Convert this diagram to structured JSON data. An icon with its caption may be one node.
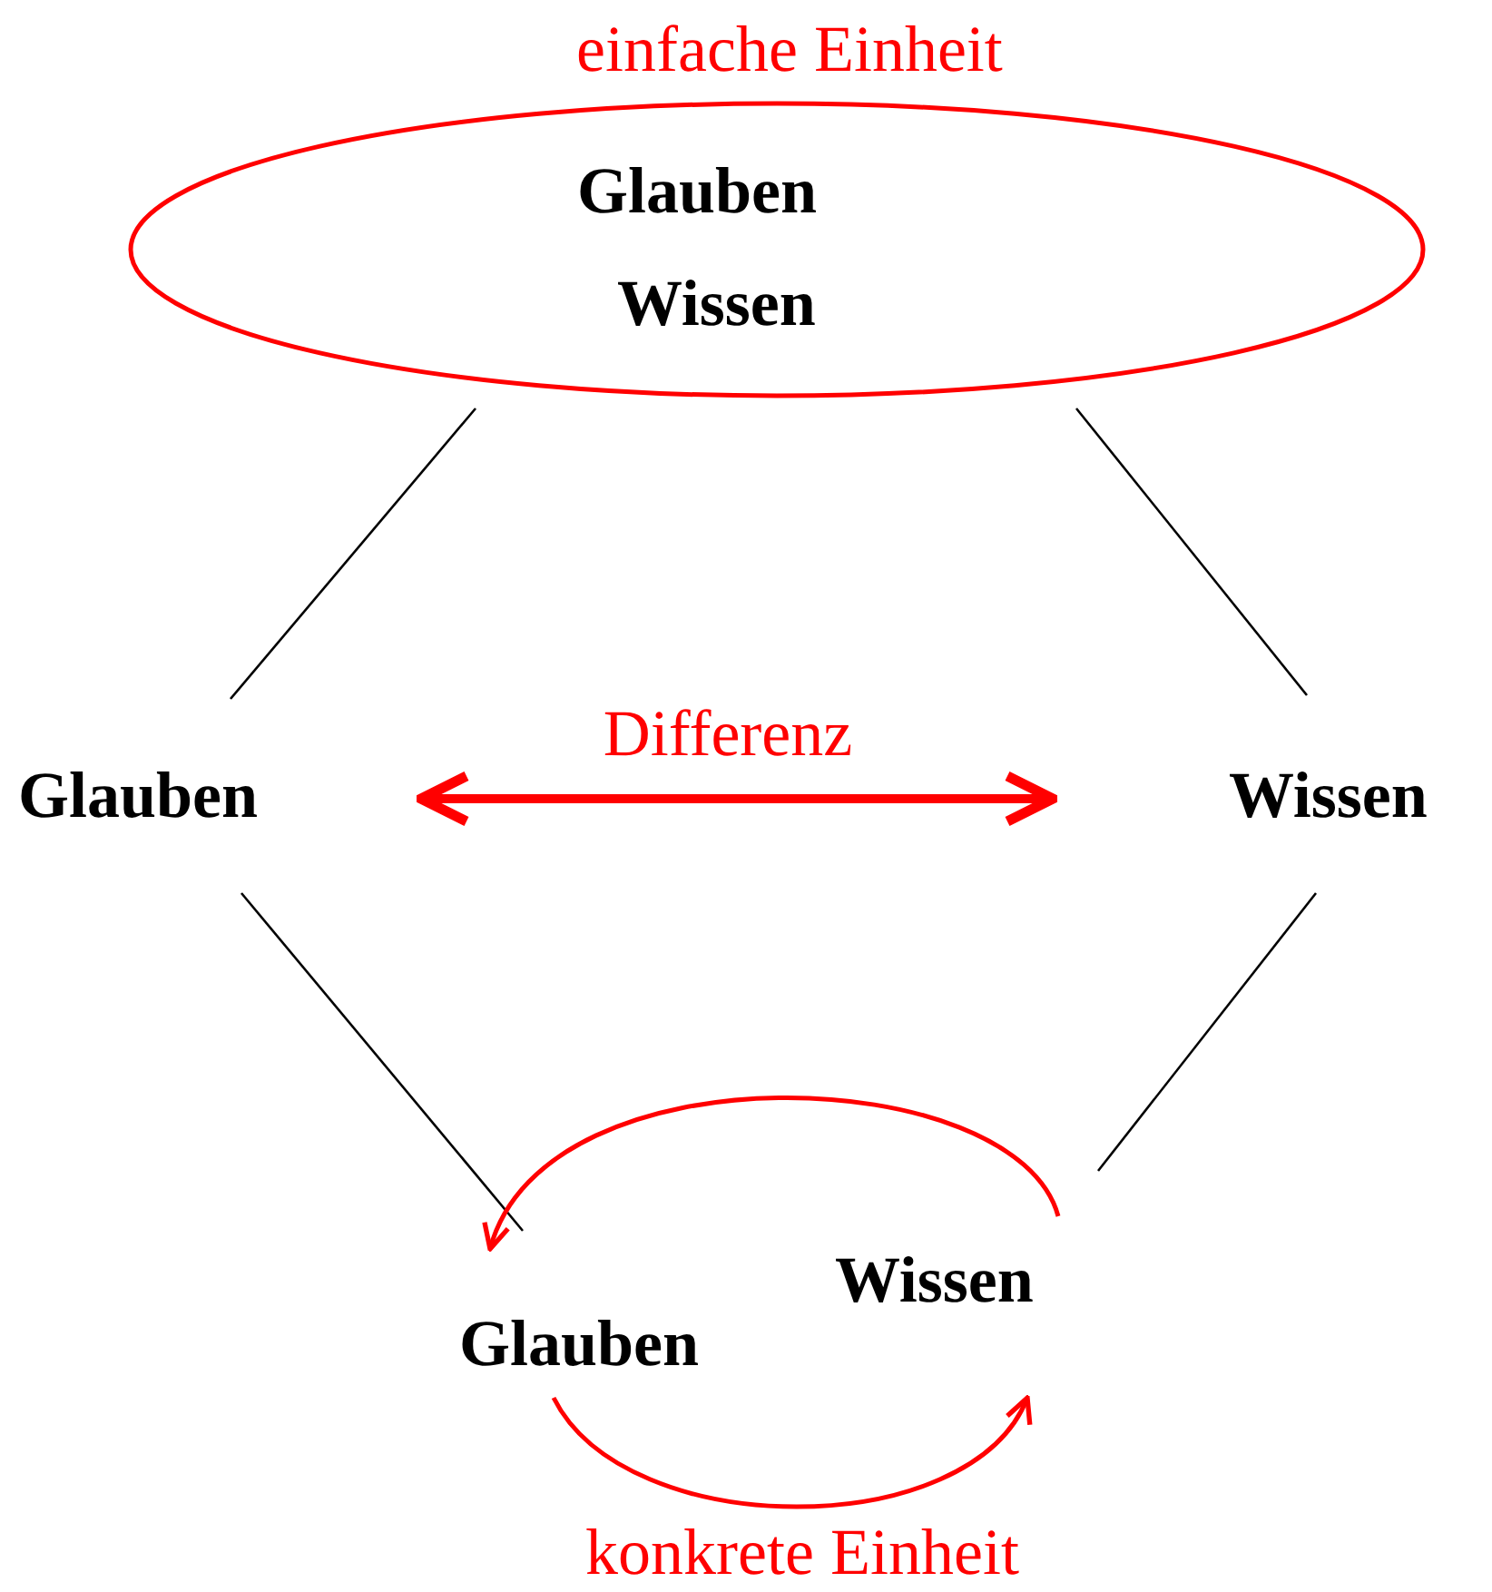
{
  "diagram": {
    "nodes": [
      {
        "text": [
          "Glauben",
          "Wissen"
        ],
        "beside": [
          "einfache Einheit"
        ]
      },
      {
        "text": [
          "Glauben"
        ]
      },
      {
        "text": [
          "Wissen"
        ]
      },
      {
        "text": [
          "Glauben"
        ]
      },
      {
        "text": [
          "Wissen"
        ]
      }
    ],
    "edges": [
      {
        "from": 0,
        "to": 1,
        "arrow": "none"
      },
      {
        "from": 0,
        "to": 2,
        "arrow": "none"
      },
      {
        "from": 1,
        "to": 3,
        "arrow": "none"
      },
      {
        "from": 2,
        "to": 4,
        "arrow": "none"
      },
      {
        "from": 1,
        "to": 2,
        "arrow": "both",
        "label": "Differenz",
        "style": "thick",
        "color": "#ff0000"
      },
      {
        "from": 4,
        "to": 3,
        "arrow": "to",
        "color": "#ff0000"
      },
      {
        "from": 3,
        "to": 4,
        "arrow": "to",
        "color": "#ff0000"
      }
    ],
    "labels": [
      "konkrete Einheit"
    ]
  }
}
